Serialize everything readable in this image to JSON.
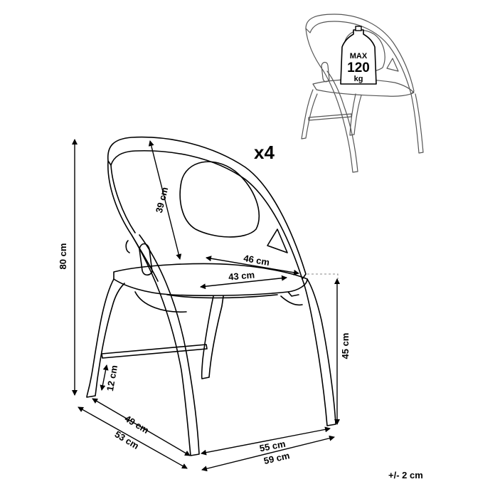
{
  "quantity": "x4",
  "tolerance": "+/- 2 cm",
  "max_load": {
    "top": "MAX",
    "value": "120",
    "unit": "kg"
  },
  "dimensions": {
    "height": "80 cm",
    "backrest": "39 cm",
    "seat_width_outer": "46 cm",
    "seat_width_inner": "43 cm",
    "seat_height": "45 cm",
    "stretcher_height": "12 cm",
    "depth_inner": "49 cm",
    "depth_outer": "53 cm",
    "width_inner": "55 cm",
    "width_outer": "59 cm"
  },
  "colors": {
    "line": "#000000",
    "dashed": "#888888",
    "thumb_line": "#555555"
  }
}
